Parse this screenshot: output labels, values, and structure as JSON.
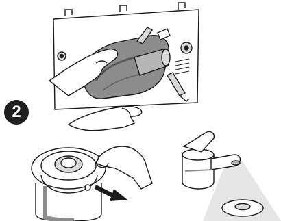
{
  "step_badge": {
    "number": "2"
  },
  "colors": {
    "line": "#1a1a1a",
    "dark_fill": "#8c8c8c",
    "mid_fill": "#b5b5b5",
    "light_fill": "#d9d9d9",
    "panel_fill": "#ffffff",
    "badge_fill": "#1f1f1f"
  },
  "scenes": [
    {
      "name": "flush-valve-removal",
      "icons": [
        "hand-icon",
        "flush-valve-icon",
        "cistern-panel-icon"
      ]
    },
    {
      "name": "filter-cap-removal",
      "icons": [
        "hand-icon",
        "filter-cap-icon",
        "arrow-icon"
      ]
    },
    {
      "name": "rinse-under-tap",
      "icons": [
        "tap-icon",
        "water-stream-icon",
        "washer-disc-icon"
      ]
    }
  ]
}
